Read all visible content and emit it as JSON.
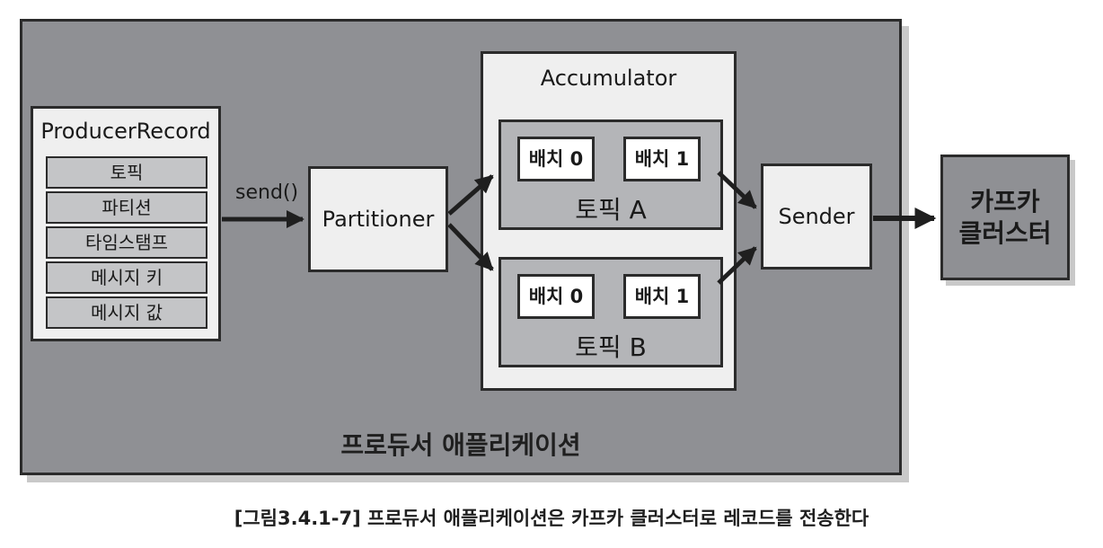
{
  "app": {
    "label": "프로듀서 애플리케이션"
  },
  "record": {
    "title": "ProducerRecord",
    "fields": [
      "토픽",
      "파티션",
      "타임스탬프",
      "메시지 키",
      "메시지 값"
    ]
  },
  "send_label": "send()",
  "partitioner": {
    "label": "Partitioner"
  },
  "accumulator": {
    "title": "Accumulator",
    "topics": [
      {
        "label": "토픽 A",
        "batches": [
          "배치 0",
          "배치 1"
        ]
      },
      {
        "label": "토픽 B",
        "batches": [
          "배치 0",
          "배치 1"
        ]
      }
    ]
  },
  "sender": {
    "label": "Sender"
  },
  "kafka": {
    "line1": "카프카",
    "line2": "클러스터"
  },
  "caption": "[그림3.4.1-7] 프로듀서 애플리케이션은 카프카 클러스터로 레코드를 전송한다",
  "colors": {
    "app_bg": "#8f9094",
    "light_box": "#efefef",
    "topic_bg": "#b4b5b8",
    "field_bg": "#c4c5c7"
  }
}
